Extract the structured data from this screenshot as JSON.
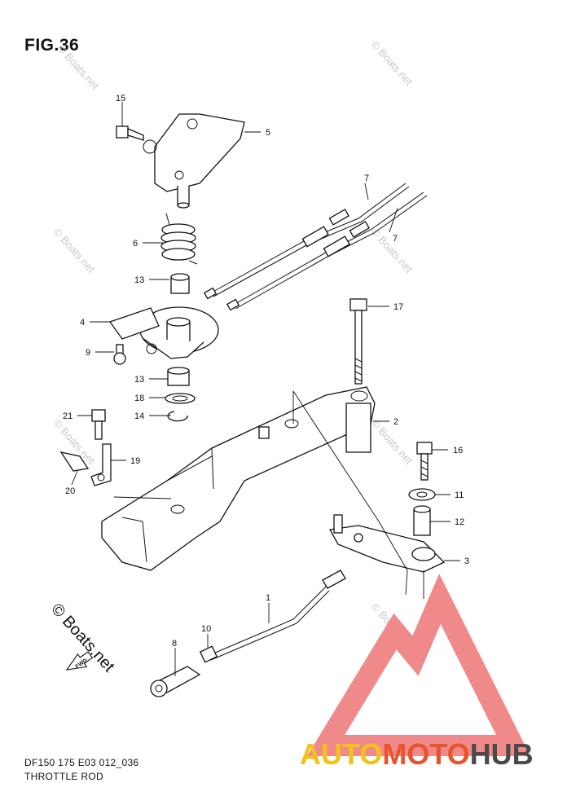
{
  "figure": {
    "title": "FIG.36",
    "footer_code": "DF150 175 E03 012_036",
    "footer_name": "THROTTLE ROD"
  },
  "callouts": [
    {
      "id": "c15",
      "label": "15"
    },
    {
      "id": "c5",
      "label": "5"
    },
    {
      "id": "c7a",
      "label": "7"
    },
    {
      "id": "c7b",
      "label": "7"
    },
    {
      "id": "c6",
      "label": "6"
    },
    {
      "id": "c13a",
      "label": "13"
    },
    {
      "id": "c17",
      "label": "17"
    },
    {
      "id": "c4",
      "label": "4"
    },
    {
      "id": "c9",
      "label": "9"
    },
    {
      "id": "c13b",
      "label": "13"
    },
    {
      "id": "c18",
      "label": "18"
    },
    {
      "id": "c14",
      "label": "14"
    },
    {
      "id": "c2",
      "label": "2"
    },
    {
      "id": "c21",
      "label": "21"
    },
    {
      "id": "c16",
      "label": "16"
    },
    {
      "id": "c19",
      "label": "19"
    },
    {
      "id": "c20",
      "label": "20"
    },
    {
      "id": "c11",
      "label": "11"
    },
    {
      "id": "c12",
      "label": "12"
    },
    {
      "id": "c3",
      "label": "3"
    },
    {
      "id": "c1",
      "label": "1"
    },
    {
      "id": "c10",
      "label": "10"
    },
    {
      "id": "c8",
      "label": "8"
    }
  ],
  "watermark": {
    "text": "© Boats.net",
    "copyright_text": "© Boats.net",
    "fwd_label": "FWD"
  },
  "brand": {
    "part1": "AUTO",
    "part2": "MOTO",
    "part3": "HUB",
    "colors": {
      "auto": "#f2c21a",
      "moto": "#e8542e",
      "hub": "#4a4a4a",
      "triangle": "#f08a8a"
    }
  }
}
